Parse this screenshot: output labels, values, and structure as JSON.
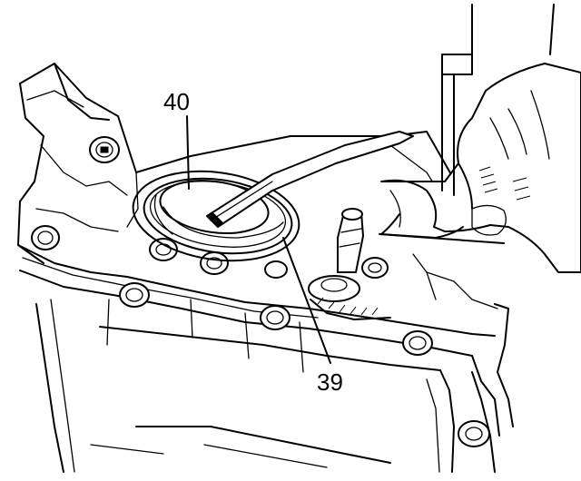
{
  "diagram": {
    "callouts": {
      "seal_top": "40",
      "seal_ring": "39"
    },
    "parts": [
      "housing",
      "seal",
      "tool",
      "hand",
      "bolt",
      "selector-shaft",
      "oil-pan"
    ]
  }
}
